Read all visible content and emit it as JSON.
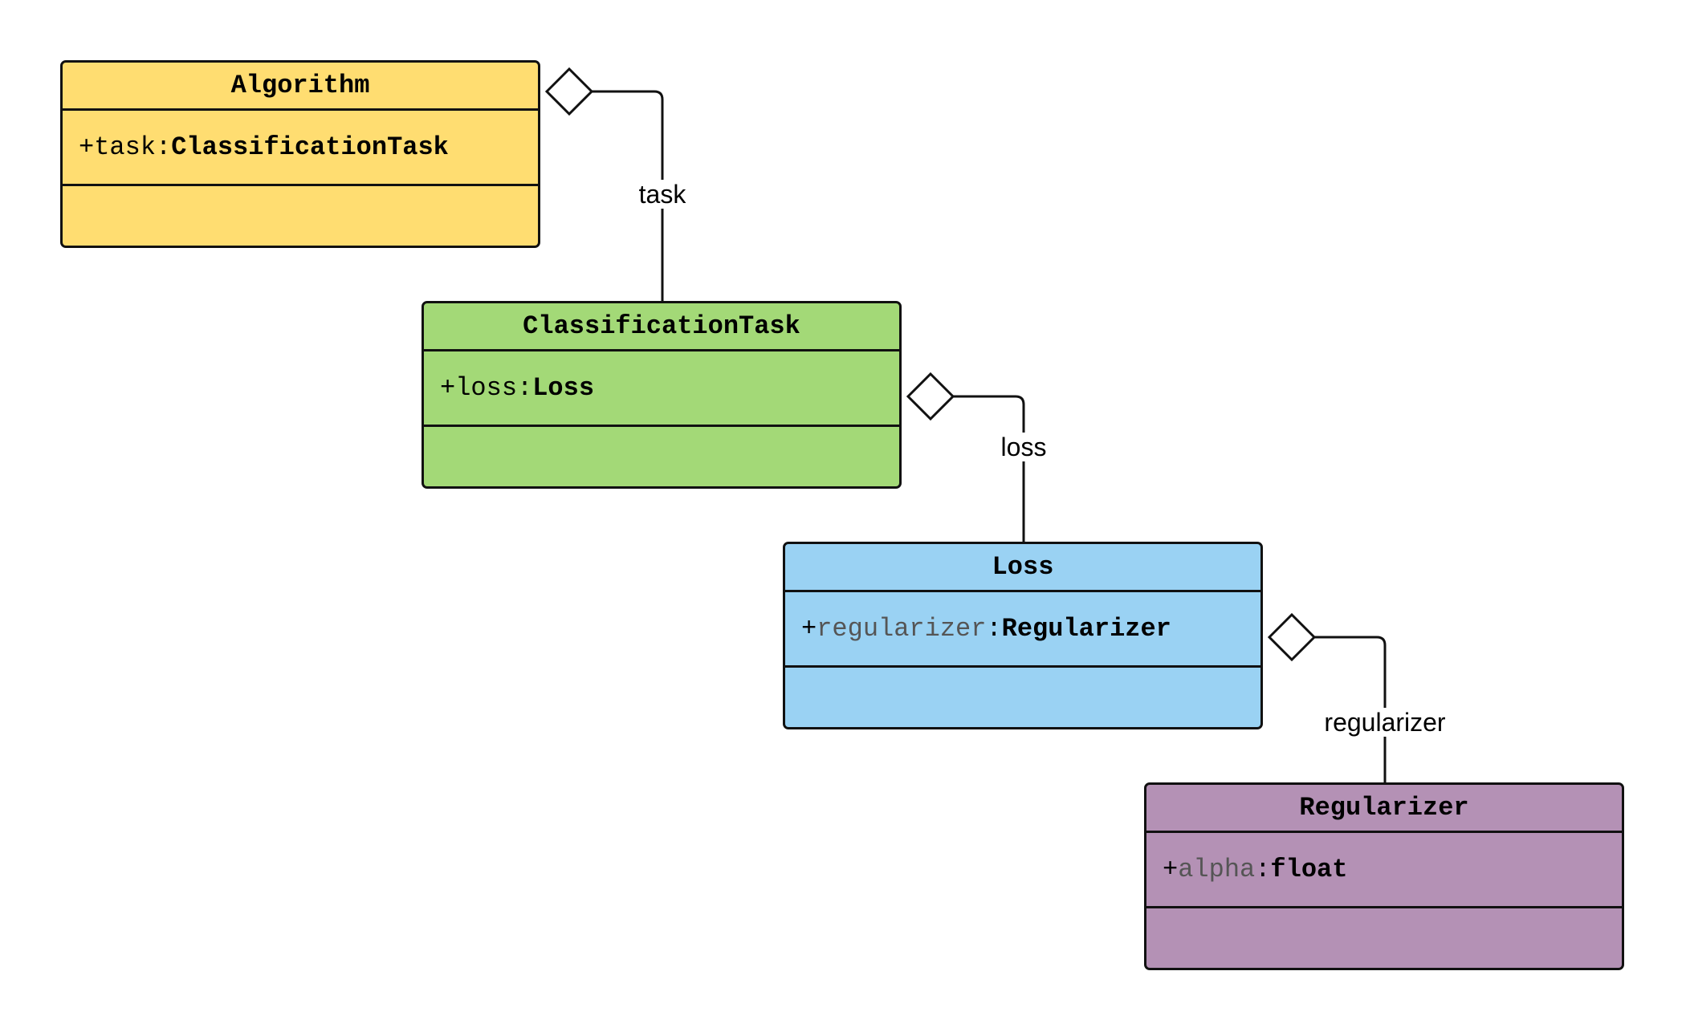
{
  "diagram": {
    "classes": [
      {
        "name": "Algorithm",
        "color": "#FFDD71",
        "attribute": {
          "visibility": "+",
          "name": "task",
          "separator": ":",
          "type": "ClassificationTask"
        }
      },
      {
        "name": "ClassificationTask",
        "color": "#A3D977",
        "attribute": {
          "visibility": "+",
          "name": "loss",
          "separator": ":",
          "type": "Loss"
        }
      },
      {
        "name": "Loss",
        "color": "#9AD2F3",
        "attribute": {
          "visibility": "+",
          "name": "regularizer",
          "separator": ":",
          "type": "Regularizer"
        }
      },
      {
        "name": "Regularizer",
        "color": "#B491B5",
        "attribute": {
          "visibility": "+",
          "name": "alpha",
          "separator": ":",
          "type": "float"
        }
      }
    ],
    "relations": [
      {
        "kind": "aggregation",
        "from": "Algorithm",
        "to": "ClassificationTask",
        "label": "task"
      },
      {
        "kind": "aggregation",
        "from": "ClassificationTask",
        "to": "Loss",
        "label": "loss"
      },
      {
        "kind": "aggregation",
        "from": "Loss",
        "to": "Regularizer",
        "label": "regularizer"
      }
    ]
  }
}
